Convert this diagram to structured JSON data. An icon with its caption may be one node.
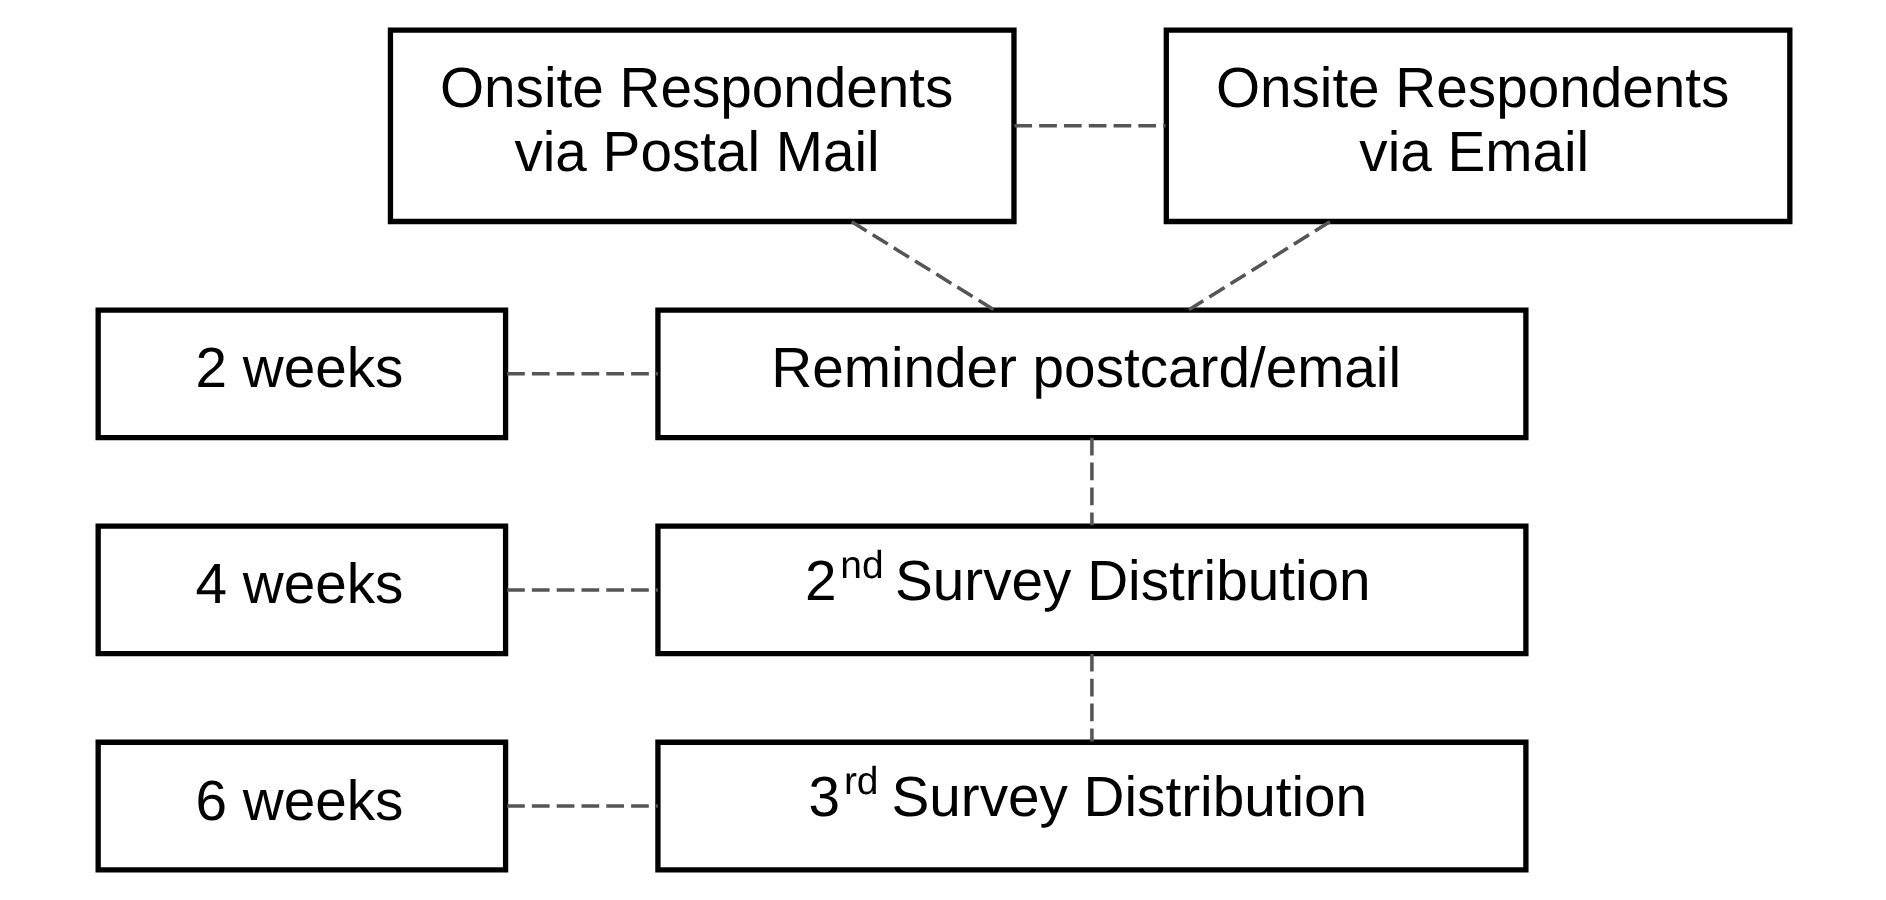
{
  "diagram": {
    "nodes": [
      {
        "text": [
          "Onsite Respondents via Postal Mail"
        ]
      },
      {
        "text": [
          "Onsite Respondents via Email"
        ]
      },
      {
        "text": [
          "2 weeks"
        ]
      },
      {
        "text": [
          "Reminder postcard/email"
        ]
      },
      {
        "text": [
          "4 weeks"
        ]
      },
      {
        "text": [
          "2$^{nd}$ Survey Distribution"
        ]
      },
      {
        "text": [
          "6 weeks"
        ]
      },
      {
        "text": [
          "3$^{rd}$ Survey Distribution"
        ]
      }
    ],
    "edges": [
      {
        "from": 0,
        "to": 1,
        "arrow": "none",
        "style": "dashed"
      },
      {
        "from": 0,
        "to": 3,
        "arrow": "none",
        "style": "dashed"
      },
      {
        "from": 1,
        "to": 3,
        "arrow": "none",
        "style": "dashed"
      },
      {
        "from": 2,
        "to": 3,
        "arrow": "none",
        "style": "dashed"
      },
      {
        "from": 3,
        "to": 5,
        "arrow": "none",
        "style": "dashed"
      },
      {
        "from": 4,
        "to": 5,
        "arrow": "none",
        "style": "dashed"
      },
      {
        "from": 5,
        "to": 7,
        "arrow": "none",
        "style": "dashed"
      },
      {
        "from": 6,
        "to": 7,
        "arrow": "none",
        "style": "dashed"
      }
    ]
  }
}
